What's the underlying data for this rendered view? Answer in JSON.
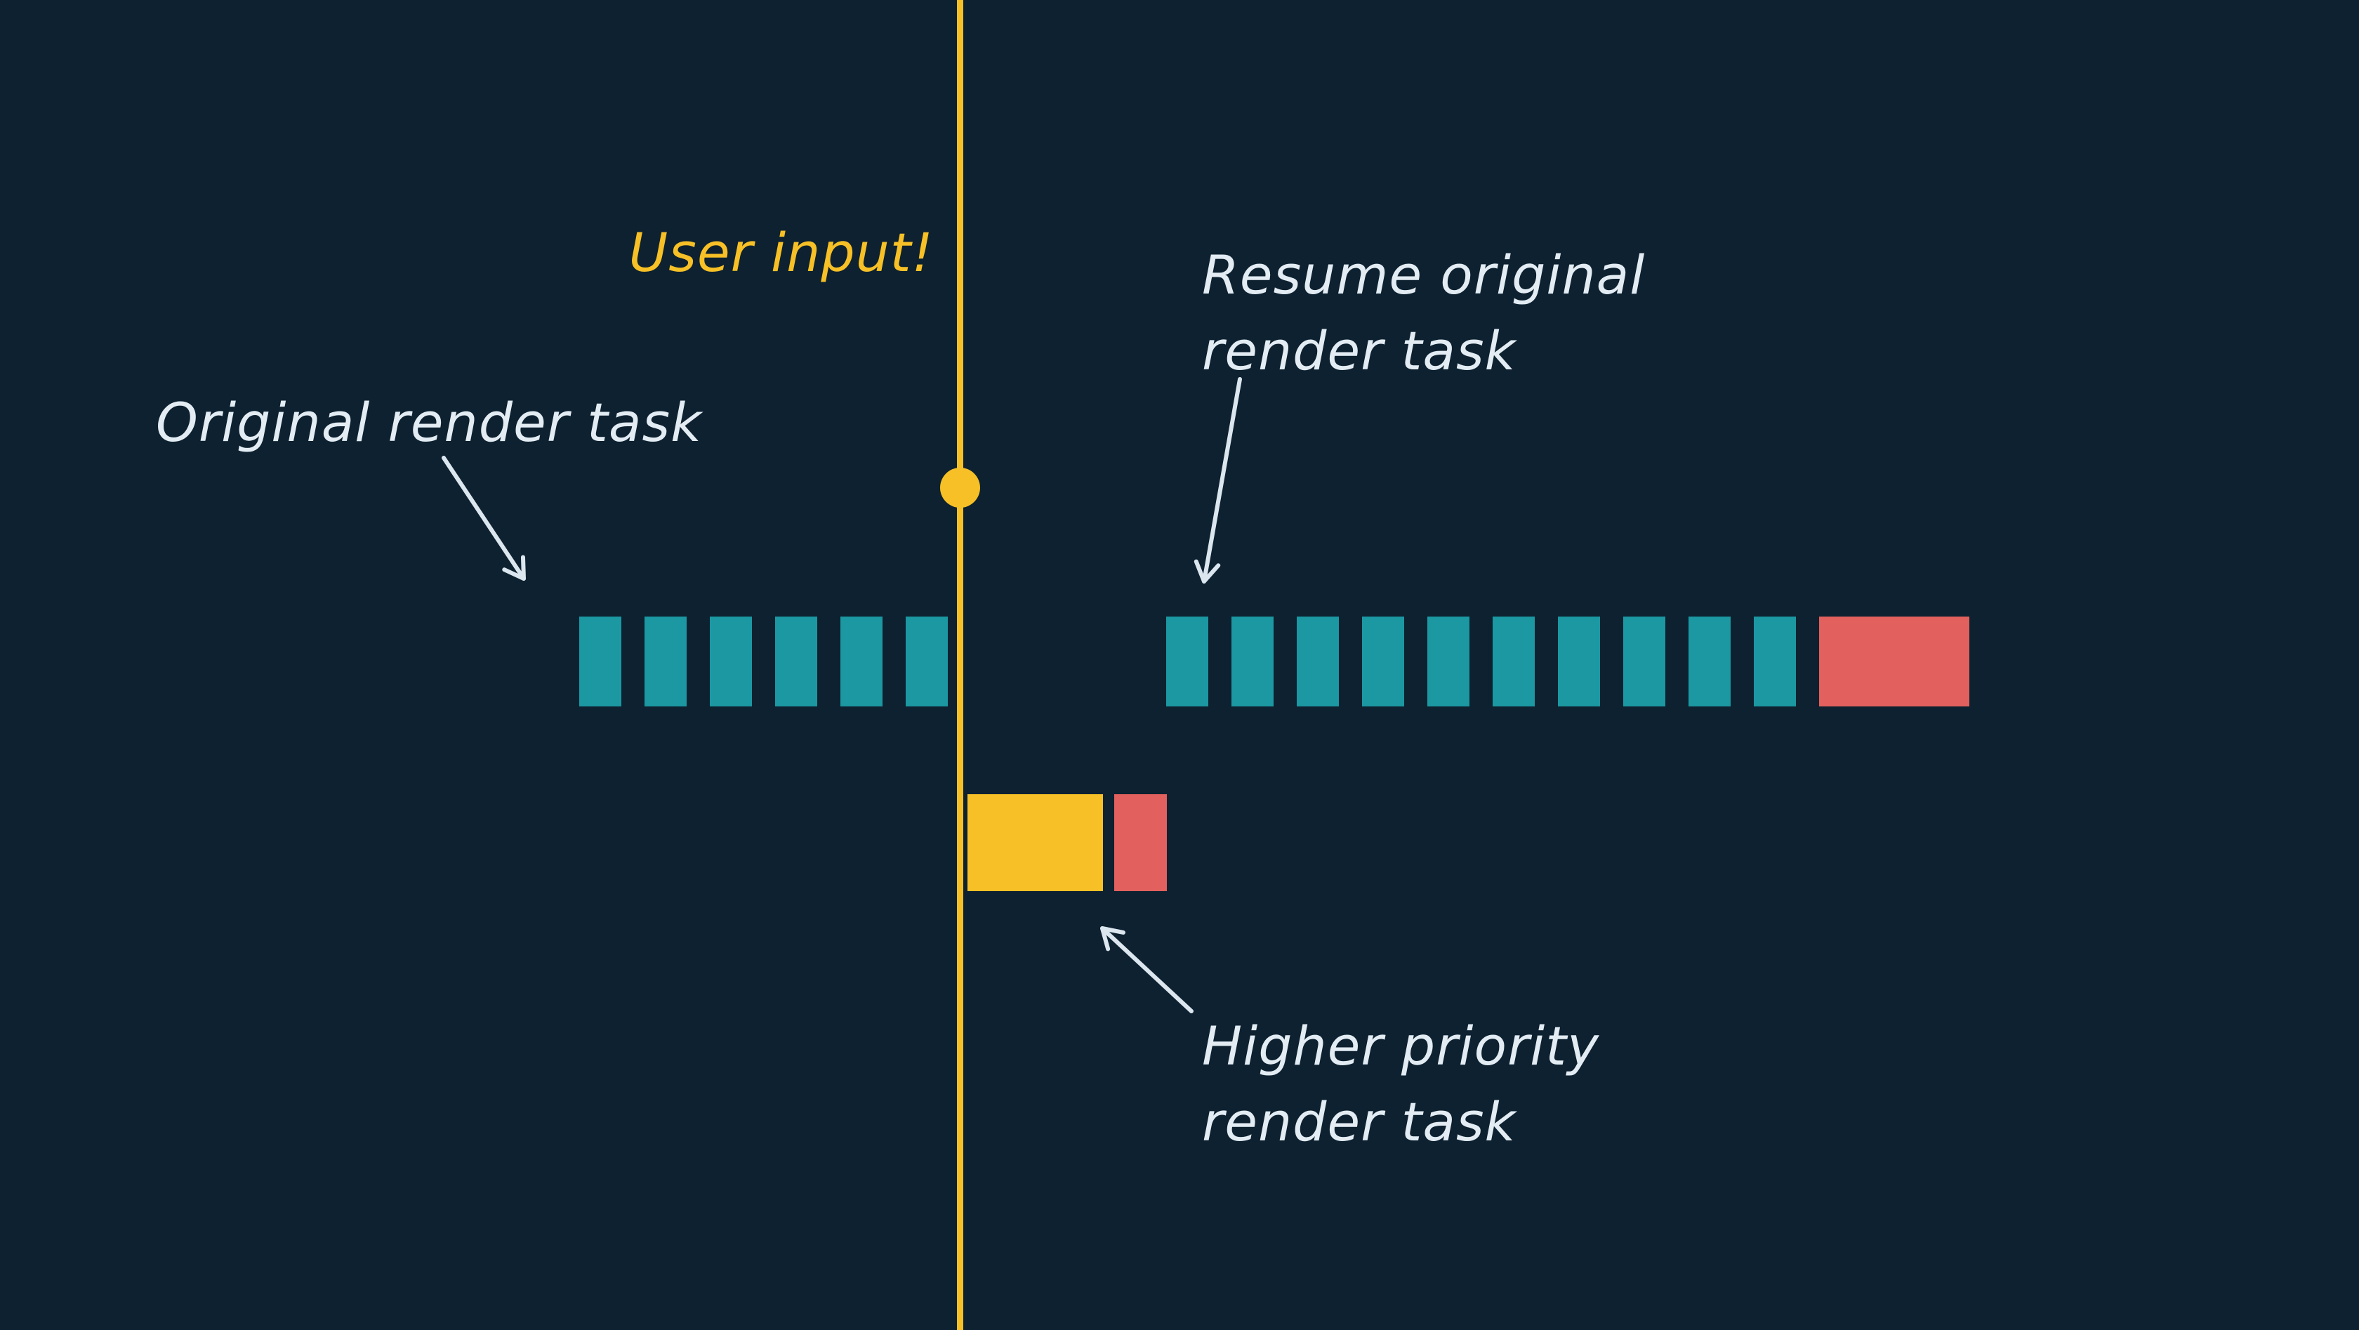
{
  "colors": {
    "background": "#0d2130",
    "segment_teal": "#1b98a2",
    "segment_red": "#e2605d",
    "accent_yellow": "#f6c026",
    "label_color": "#e3ecf3",
    "arrow_color": "#dce6ee"
  },
  "labels": {
    "user_input": "User input!",
    "original_task": "Original render task",
    "resume_task": "Resume original\nrender task",
    "higher_priority_task": "Higher priority\nrender task"
  },
  "timeline": {
    "left_bars": [
      "teal",
      "teal",
      "teal",
      "teal",
      "teal",
      "teal"
    ],
    "right_bars": [
      "teal",
      "teal",
      "teal",
      "teal",
      "teal",
      "teal",
      "teal",
      "teal",
      "teal",
      "teal",
      "red-wide"
    ],
    "interrupt_bars": [
      "yellow-wide",
      "red-small"
    ]
  }
}
